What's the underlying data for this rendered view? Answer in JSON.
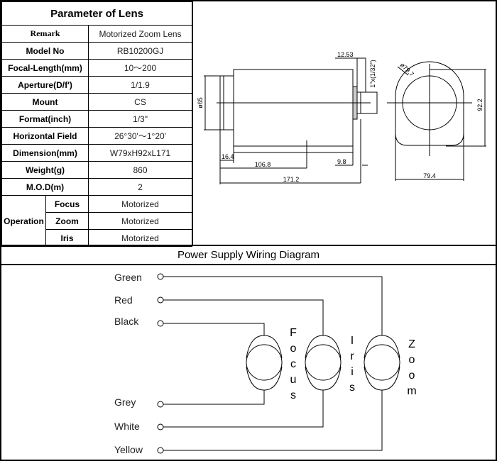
{
  "spec_table": {
    "title": "Parameter of Lens",
    "rows": [
      {
        "label": "Remark",
        "value": "Motorized Zoom Lens"
      },
      {
        "label": "Model No",
        "value": "RB10200GJ"
      },
      {
        "label": "Focal-Length(mm)",
        "value": "10～200"
      },
      {
        "label": "Aperture(D/f')",
        "value": "1/1.9"
      },
      {
        "label": "Mount",
        "value": "CS"
      },
      {
        "label": "Format(inch)",
        "value": "1/3\""
      },
      {
        "label": "Horizontal Field",
        "value": "26°30'～1°20'"
      },
      {
        "label": "Dimension(mm)",
        "value": "W79xH92xL171"
      },
      {
        "label": "Weight(g)",
        "value": "860"
      },
      {
        "label": "M.O.D(m)",
        "value": "2"
      }
    ],
    "operation": {
      "label": "Operation",
      "items": [
        {
          "label": "Focus",
          "value": "Motorized"
        },
        {
          "label": "Zoom",
          "value": "Motorized"
        },
        {
          "label": "Iris",
          "value": "Motorized"
        }
      ]
    }
  },
  "drawing": {
    "side_view": {
      "dims": {
        "front_diameter": "ø65",
        "front_ring": "16.4",
        "body_to_center": "106.8",
        "total_length": "171.2",
        "rear_flange": "9.8",
        "mount_back_focus": "12.53",
        "mount_thread": "1\"x(1/32\")"
      }
    },
    "front_view": {
      "dims": {
        "diameter": "ø79.7",
        "height": "92.2",
        "width": "79.4"
      }
    }
  },
  "wiring": {
    "title": "Power Supply Wiring Diagram",
    "wires": [
      {
        "color_name": "Green",
        "motor": "Zoom"
      },
      {
        "color_name": "Red",
        "motor": "Iris"
      },
      {
        "color_name": "Black",
        "motor": "Focus"
      },
      {
        "color_name": "Grey",
        "motor": "Focus"
      },
      {
        "color_name": "White",
        "motor": "Iris"
      },
      {
        "color_name": "Yellow",
        "motor": "Zoom"
      }
    ],
    "motors": [
      {
        "name": "Focus",
        "letters": [
          "F",
          "o",
          "c",
          "u",
          "s"
        ]
      },
      {
        "name": "Iris",
        "letters": [
          "I",
          "r",
          "i",
          "s"
        ]
      },
      {
        "name": "Zoom",
        "letters": [
          "Z",
          "o",
          "o",
          "m"
        ]
      }
    ]
  }
}
